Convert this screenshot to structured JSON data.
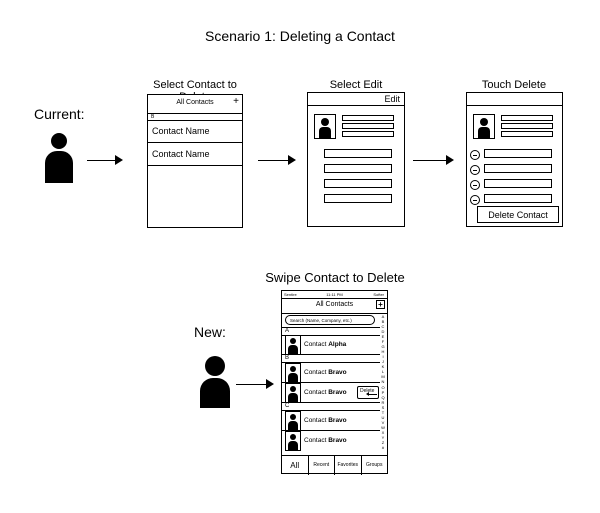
{
  "title": "Scenario 1: Deleting a Contact",
  "current_label": "Current:",
  "new_label": "New:",
  "steps": [
    {
      "caption": "Select Contact to Delete",
      "header": "All Contacts",
      "plus": "+",
      "section": "B",
      "rows": [
        "Contact Name",
        "Contact Name"
      ]
    },
    {
      "caption": "Select Edit",
      "edit": "Edit"
    },
    {
      "caption": "Touch Delete Contact",
      "delete_button": "Delete Contact"
    }
  ],
  "new_screen": {
    "caption": "Swipe Contact to Delete",
    "status": {
      "carrier": "Sentire",
      "time": "11:11 PM",
      "battery": "Softer"
    },
    "header": "All Contacts",
    "plus": "+",
    "search_placeholder": "Search (Name, Company, etc.)",
    "sections": [
      {
        "letter": "A",
        "rows": [
          {
            "first": "Contact",
            "last": "Alpha"
          }
        ]
      },
      {
        "letter": "B",
        "rows": [
          {
            "first": "Contact",
            "last": "Bravo"
          },
          {
            "first": "Contact",
            "last": "Bravo",
            "swiped": true
          }
        ]
      },
      {
        "letter": "C",
        "rows": [
          {
            "first": "Contact",
            "last": "Bravo"
          },
          {
            "first": "Contact",
            "last": "Bravo"
          }
        ]
      }
    ],
    "delete_label": "Delete",
    "index_letters": [
      "A",
      "B",
      "C",
      "D",
      "E",
      "F",
      "G",
      "H",
      "I",
      "J",
      "K",
      "L",
      "M",
      "N",
      "O",
      "P",
      "Q",
      "R",
      "S",
      "T",
      "U",
      "V",
      "W",
      "X",
      "Y",
      "Z",
      "#"
    ],
    "tabs": [
      "All",
      "Recent",
      "Favorites",
      "Groups"
    ]
  }
}
